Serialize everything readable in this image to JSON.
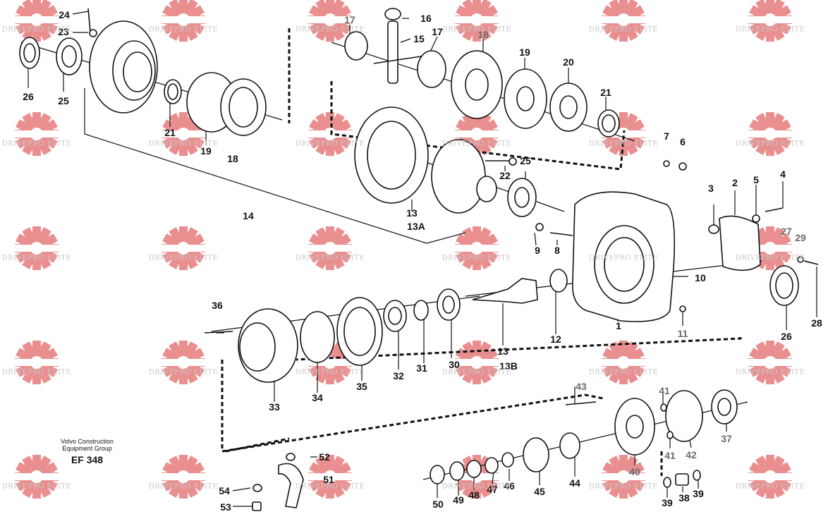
{
  "diagram": {
    "caption_line1": "Volvo Construction",
    "caption_line2": "Equipment Group",
    "caption_code": "EF 348",
    "watermark_text": "DRIVEPRO ELITE",
    "colors": {
      "watermark": "#e36a6a",
      "watermark_text": "#c8c8c8",
      "line": "#111111",
      "label": "#111111",
      "label_grey": "#6b6b6b"
    },
    "labels": [
      "24",
      "23",
      "26",
      "25",
      "21",
      "19",
      "18",
      "14",
      "17",
      "16",
      "15",
      "17",
      "18",
      "19",
      "20",
      "21",
      "13",
      "13A",
      "22",
      "25",
      "7",
      "6",
      "4",
      "5",
      "2",
      "3",
      "27",
      "29",
      "9",
      "8",
      "10",
      "1",
      "11",
      "28",
      "26",
      "12",
      "13",
      "13B",
      "36",
      "33",
      "34",
      "35",
      "32",
      "31",
      "30",
      "43",
      "41",
      "37",
      "42",
      "41",
      "40",
      "52",
      "51",
      "54",
      "53",
      "50",
      "49",
      "48",
      "47",
      "46",
      "45",
      "44",
      "39",
      "38",
      "39"
    ]
  }
}
